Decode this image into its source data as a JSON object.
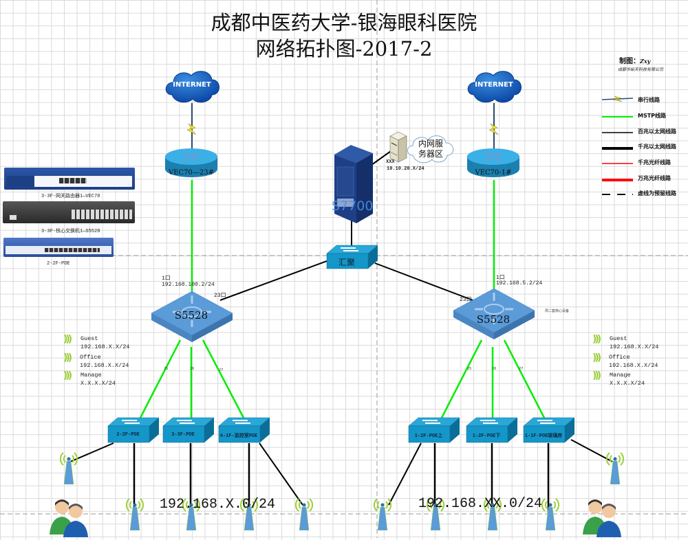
{
  "title": {
    "line1": "成都中医药大学-银海眼科医院",
    "line2": "网络拓扑图-2017-2"
  },
  "author": {
    "label": "制图：",
    "name": "Zxy",
    "company": "成都市纵天科技有限公司"
  },
  "legend": [
    {
      "icon": "serial-link-icon",
      "label": "串行线路"
    },
    {
      "icon": "mstp-link-icon",
      "label": "MSTP线路",
      "color": "#00ee00"
    },
    {
      "icon": "fast-ethernet-icon",
      "label": "百兆以太网线路",
      "color": "#000000"
    },
    {
      "icon": "gigabit-ethernet-icon",
      "label": "千兆以太网线路",
      "color": "#000000"
    },
    {
      "icon": "gigabit-fiber-icon",
      "label": "千兆光纤线路",
      "color": "#ff0000"
    },
    {
      "icon": "ten-gigabit-fiber-icon",
      "label": "万兆光纤线路",
      "color": "#ff0000"
    },
    {
      "icon": "reserved-link-icon",
      "label": "虚线为预留线路"
    }
  ],
  "device_photos": [
    {
      "name": "gateway-router-photo",
      "caption": "3-3F-网关路由器1—VEC70"
    },
    {
      "name": "core-switch-photo",
      "caption": "3-3F-核心交换机1—S5528"
    },
    {
      "name": "poe-switch-photo",
      "caption": "2-2F-POE"
    }
  ],
  "internet": {
    "left_label": "INTERNET",
    "right_label": "INTERNET"
  },
  "routers": {
    "left": "VEC70—23#",
    "right": "VEC70-1#"
  },
  "center": {
    "core_label": "S7700",
    "server_note": "XXX",
    "server_ip": "10.10.20.X/24",
    "server_cloud": "内网服\n务器区",
    "aggregation_label": "汇聚"
  },
  "left_core": {
    "label": "S5528",
    "uplink_port": "1口",
    "uplink_ip": "192.168.100.2/24",
    "agg_port": "23口",
    "ports": [
      "25",
      "26",
      "27"
    ]
  },
  "right_core": {
    "label": "S5528",
    "uplink_port": "1口",
    "uplink_ip": "192.168.5.2/24",
    "agg_port": "23口",
    "note": "周二套核心设备",
    "ports": [
      "25",
      "26",
      "27"
    ]
  },
  "vlans_left": [
    {
      "name": "Guest",
      "subnet": "192.168.X.X/24"
    },
    {
      "name": "Office",
      "subnet": "192.168.X.X/24"
    },
    {
      "name": "Manage",
      "subnet": "X.X.X.X/24"
    }
  ],
  "vlans_right": [
    {
      "name": "Guest",
      "subnet": "192.168.X.X/24"
    },
    {
      "name": "Office",
      "subnet": "192.168.X.X/24"
    },
    {
      "name": "Manage",
      "subnet": "X.X.X.X/24"
    }
  ],
  "access_switches_left": [
    "2-2F-POE",
    "3-3F-POE",
    "4-1F-监控室POE"
  ],
  "access_switches_right": [
    "1-2F-POE上",
    "1-2F-POE下",
    "1-1F-POE玻璃房"
  ],
  "subnets": {
    "left": "192.168.X.0/24",
    "right": "192.168.XX.0/24"
  }
}
